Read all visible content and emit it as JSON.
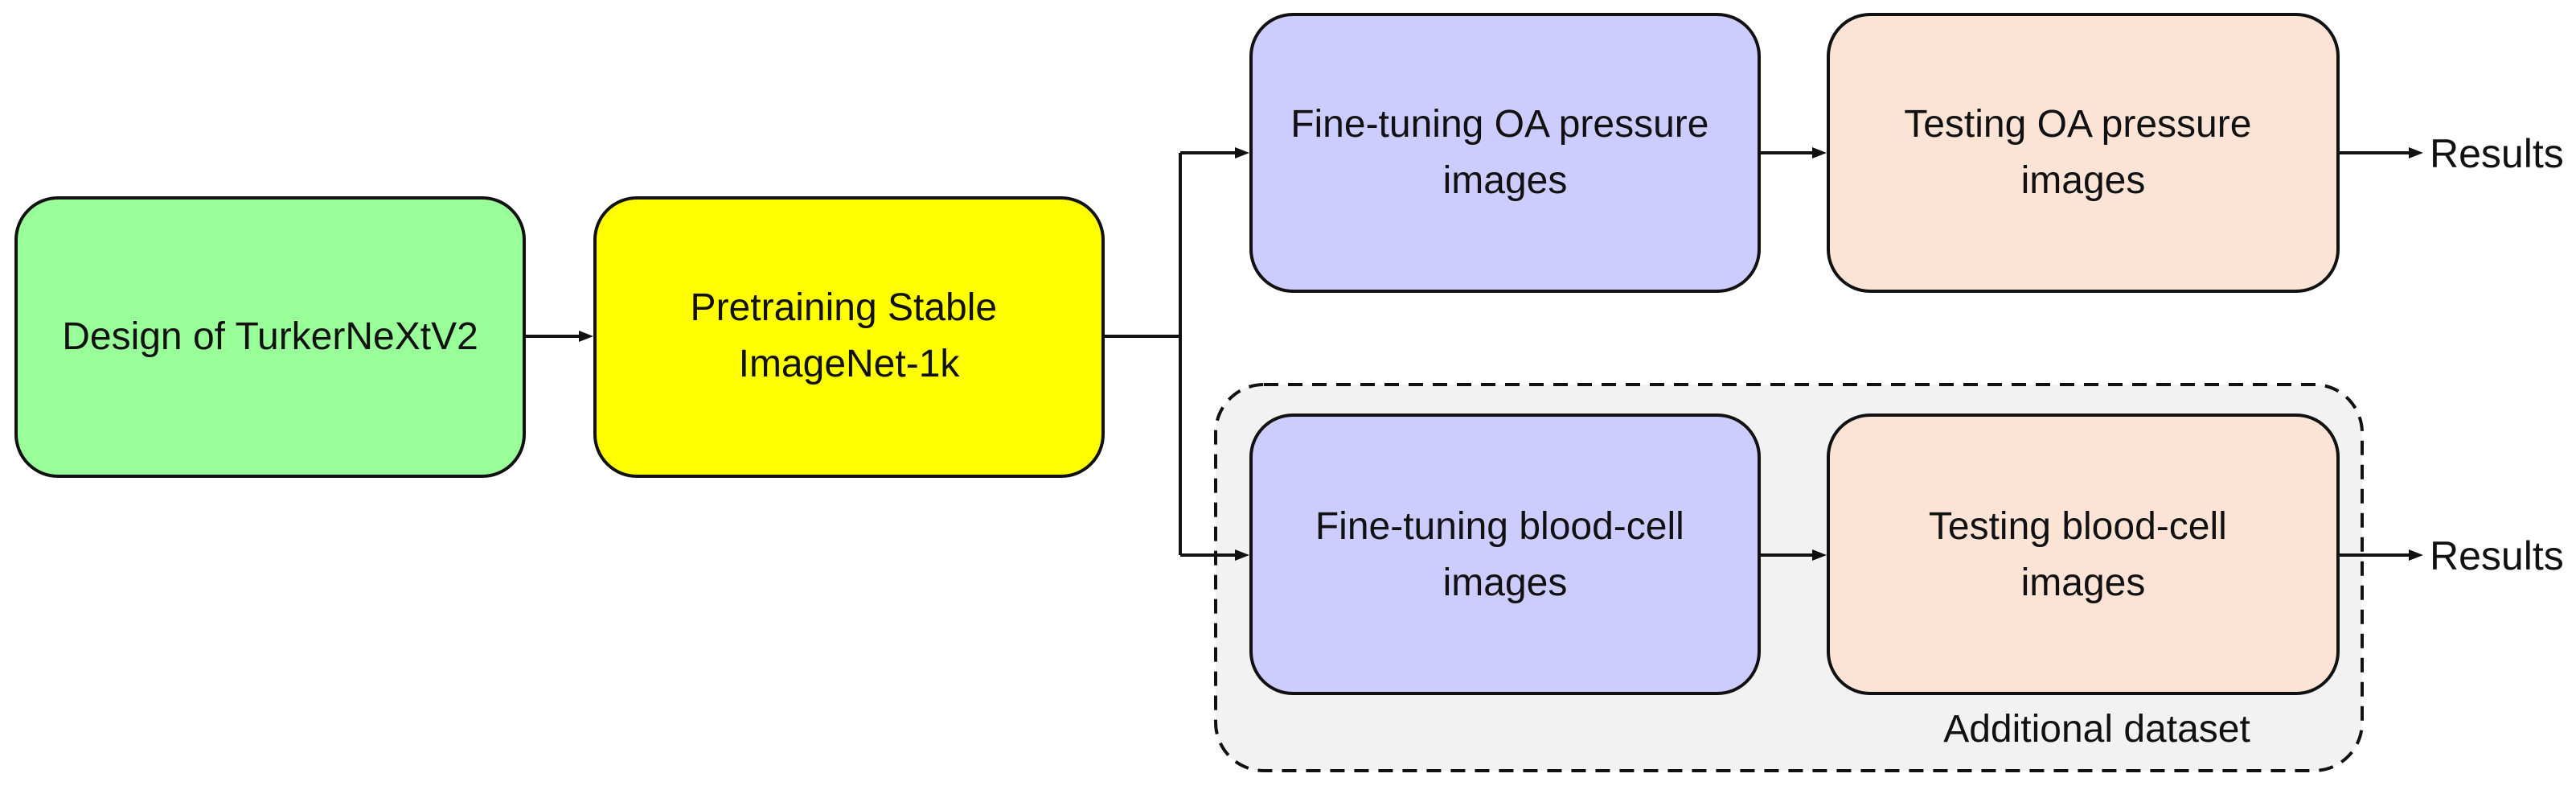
{
  "diagram": {
    "nodes": {
      "design": {
        "lines": [
          "Design of TurkerNeXtV2"
        ],
        "color": "#99ff99"
      },
      "pretraining": {
        "lines": [
          "Pretraining Stable",
          "ImageNet-1k"
        ],
        "color": "#ffff00"
      },
      "finetune_oa": {
        "lines": [
          "Fine-tuning OA pressure",
          "images"
        ],
        "color": "#ccccff"
      },
      "test_oa": {
        "lines": [
          "Testing OA pressure",
          "images"
        ],
        "color": "#fbe3d6"
      },
      "finetune_blood": {
        "lines": [
          "Fine-tuning blood-cell",
          "images"
        ],
        "color": "#ccccff"
      },
      "test_blood": {
        "lines": [
          "Testing blood-cell",
          "images"
        ],
        "color": "#fbe3d6"
      }
    },
    "outputs": {
      "results_oa": "Results",
      "results_blood": "Results"
    },
    "group": {
      "label": "Additional dataset",
      "fill": "#f2f2f2"
    },
    "edges": [
      {
        "from": "design",
        "to": "pretraining"
      },
      {
        "from": "pretraining",
        "to": "finetune_oa"
      },
      {
        "from": "pretraining",
        "to": "finetune_blood"
      },
      {
        "from": "finetune_oa",
        "to": "test_oa"
      },
      {
        "from": "finetune_blood",
        "to": "test_blood"
      },
      {
        "from": "test_oa",
        "to": "results_oa"
      },
      {
        "from": "test_blood",
        "to": "results_blood"
      }
    ]
  }
}
